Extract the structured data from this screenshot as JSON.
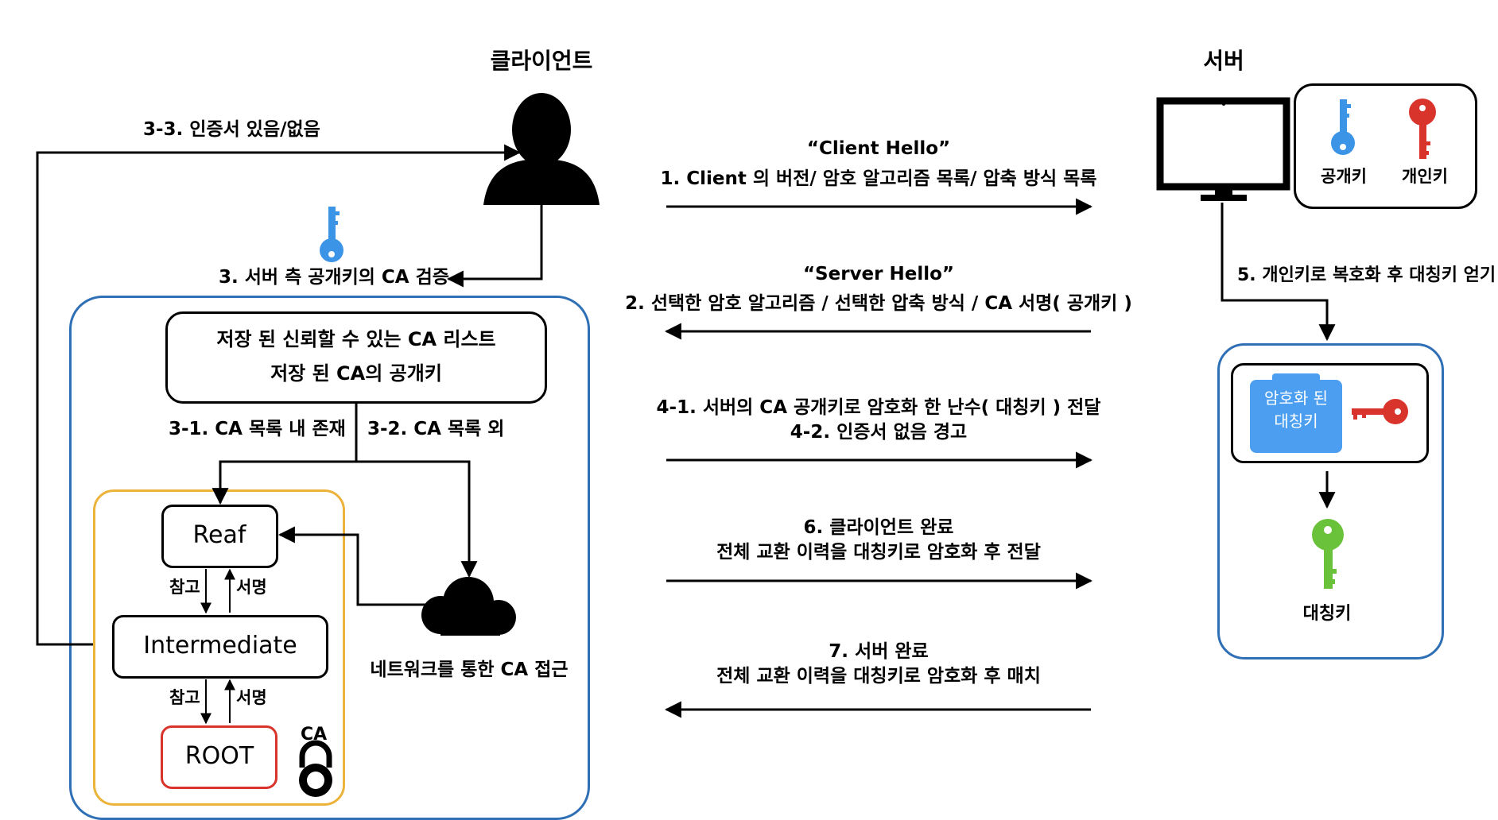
{
  "client": {
    "title": "클라이언트",
    "step_3_3": "3-3. 인증서 있음/없음",
    "step_3": "3. 서버 측 공개키의 CA 검증",
    "ca_list_line1": "저장 된 신뢰할 수 있는 CA 리스트",
    "ca_list_line2": "저장 된 CA의 공개키",
    "step_3_1": "3-1. CA 목록 내 존재",
    "step_3_2": "3-2. CA 목록 외",
    "chain": {
      "leaf": "Reaf",
      "intermediate": "Intermediate",
      "root": "ROOT",
      "ref1": "참고",
      "sign1": "서명",
      "ref2": "참고",
      "sign2": "서명",
      "ca_label": "CA"
    },
    "network_label": "네트워크를 통한 CA 접근"
  },
  "messages": {
    "m1_line1": "“Client Hello”",
    "m1_line2": "1. Client 의 버전/ 암호 알고리즘 목록/ 압축 방식 목록",
    "m2_line1": "“Server Hello”",
    "m2_line2": "2. 선택한 암호 알고리즘 / 선택한 압축 방식 / CA 서명( 공개키 )",
    "m4_line1": "4-1. 서버의 CA 공개키로 암호화 한 난수( 대칭키 ) 전달",
    "m4_line2": "4-2. 인증서 없음 경고",
    "m6_line1": "6. 클라이언트 완료",
    "m6_line2": "전체 교환 이력을 대칭키로 암호화 후 전달",
    "m7_line1": "7. 서버 완료",
    "m7_line2": "전체 교환 이력을 대칭키로 암호화 후 매치"
  },
  "server": {
    "title": "서버",
    "public_key": "공개키",
    "private_key": "개인키",
    "step_5": "5. 개인키로 복호화 후 대칭키 얻기",
    "encrypted_line1": "암호화 된",
    "encrypted_line2": "대칭키",
    "symmetric_key": "대칭키"
  },
  "colors": {
    "blue_box": "#2f6fb5",
    "yellow_box": "#ecb33a",
    "root_border": "#d9342b",
    "public_key": "#3b94e6",
    "private_key": "#d9342b",
    "symmetric_key": "#69c23a",
    "encrypted_block": "#4b9ef0"
  }
}
